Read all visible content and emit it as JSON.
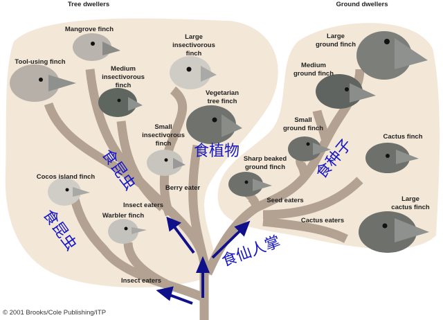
{
  "titles": {
    "tree": "Tree dwellers",
    "ground": "Ground dwellers"
  },
  "species": {
    "mangrove": "Mangrove finch",
    "tool_using": "Tool-using finch",
    "large_insectivorous": [
      "Large",
      "insectivorous",
      "finch"
    ],
    "medium_insectivorous": [
      "Medium",
      "insectivorous",
      "finch"
    ],
    "vegetarian": [
      "Vegetarian",
      "tree finch"
    ],
    "small_insectivorous": [
      "Small",
      "insectivorous",
      "finch"
    ],
    "cocos": "Cocos island finch",
    "warbler": "Warbler finch",
    "sharp_beaked": [
      "Sharp beaked",
      "ground finch"
    ],
    "small_ground": [
      "Small",
      "ground finch"
    ],
    "medium_ground": [
      "Medium",
      "ground finch"
    ],
    "large_ground": [
      "Large",
      "ground finch"
    ],
    "cactus": "Cactus finch",
    "large_cactus": [
      "Large",
      "cactus finch"
    ]
  },
  "groups": {
    "berry": "Berry eater",
    "insect1": "Insect eaters",
    "insect2": "Insect eaters",
    "seed": "Seed eaters",
    "cactus": "Cactus eaters"
  },
  "annotations": {
    "insects_upper": "食昆虫",
    "insects_lower": "食昆虫",
    "plants": "食植物",
    "seeds": "食种子",
    "cactus": "食仙人掌"
  },
  "copyright": "© 2001 Brooks/Cole Publishing/ITP",
  "colors": {
    "blob": "#f3e8d8",
    "branch": "#b3a292",
    "arrow": "#10108a",
    "annot": "#1515c8"
  }
}
